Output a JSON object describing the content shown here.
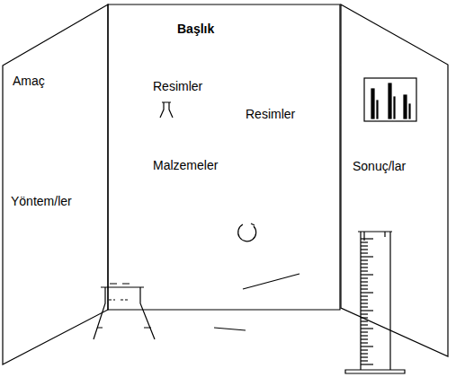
{
  "diagram": {
    "nodes": [
      {
        "text": [
          "Amaç",
          "Yöntem/ler"
        ]
      },
      {
        "text": [
          "Başlık",
          "Resimler",
          "Resimler",
          "Malzemeler"
        ]
      },
      {
        "text": [
          "Sonuç/lar"
        ]
      }
    ]
  }
}
